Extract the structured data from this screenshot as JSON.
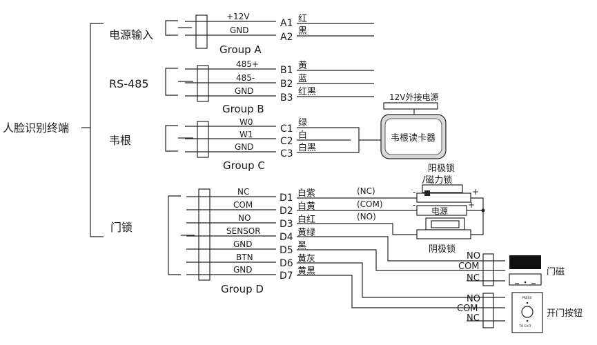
{
  "terminal": "人脸识别终端",
  "groups": {
    "A": {
      "category": "电源输入",
      "title": "Group A",
      "rows": [
        {
          "signal": "+12V",
          "pin": "A1",
          "color": "红"
        },
        {
          "signal": "GND",
          "pin": "A2",
          "color": "黑"
        }
      ]
    },
    "B": {
      "category": "RS-485",
      "title": "Group B",
      "rows": [
        {
          "signal": "485+",
          "pin": "B1",
          "color": "黄"
        },
        {
          "signal": "485-",
          "pin": "B2",
          "color": "蓝"
        },
        {
          "signal": "GND",
          "pin": "B3",
          "color": "红黑"
        }
      ]
    },
    "C": {
      "category": "韦根",
      "title": "Group C",
      "rows": [
        {
          "signal": "W0",
          "pin": "C1",
          "color": "绿"
        },
        {
          "signal": "W1",
          "pin": "C2",
          "color": "白"
        },
        {
          "signal": "GND",
          "pin": "C3",
          "color": "白黑"
        }
      ]
    },
    "D": {
      "category": "门锁",
      "title": "Group D",
      "rows": [
        {
          "signal": "NC",
          "pin": "D1",
          "color": "白紫"
        },
        {
          "signal": "COM",
          "pin": "D2",
          "color": "白黄"
        },
        {
          "signal": "NO",
          "pin": "D3",
          "color": "白红"
        },
        {
          "signal": "SENSOR",
          "pin": "D4",
          "color": "黄绿"
        },
        {
          "signal": "GND",
          "pin": "D5",
          "color": "黑"
        },
        {
          "signal": "BTN",
          "pin": "D6",
          "color": "黄灰"
        },
        {
          "signal": "GND",
          "pin": "D7",
          "color": "黄黑"
        }
      ]
    }
  },
  "lock_contacts": [
    "(NC)",
    "(COM)",
    "(NO)"
  ],
  "wiegand_reader": {
    "label": "韦根读卡器",
    "power": "12V外接电源"
  },
  "anode_lock": {
    "line1": "阳极锁",
    "line2": "/磁力锁",
    "minus": "-",
    "plus": "+"
  },
  "power_source": {
    "label": "电源",
    "minus": "-",
    "plus": "+"
  },
  "cathode_lock": {
    "label": "阴极锁"
  },
  "door_contact": {
    "label": "门磁",
    "terminals": [
      "NO",
      "COM",
      "NC"
    ]
  },
  "exit_button": {
    "label": "开门按钮",
    "terminals": [
      "NO",
      "COM",
      "NC"
    ],
    "face_top": "PRESS",
    "face_bottom": "TO EXIT"
  }
}
